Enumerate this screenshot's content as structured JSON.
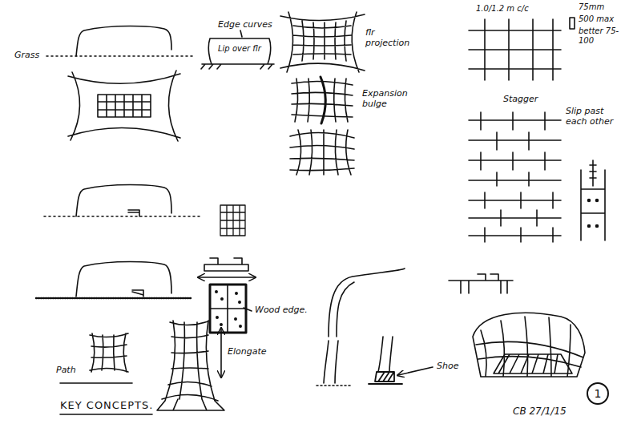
{
  "diagram": {
    "title": "KEY CONCEPTS.",
    "nodes": [
      {
        "text": [
          "1"
        ]
      }
    ],
    "labels": [
      "Grass",
      "Edge curves",
      "Lip over flr",
      "flr projection",
      "Expansion bulge",
      "1.0/1.2 m c/c",
      "75mm",
      "500 max",
      "better 75-100",
      "Stagger",
      "Slip past each other",
      "Wood edge.",
      "Path",
      "Elongate",
      "Shoe",
      "CB 27/1/15"
    ]
  }
}
